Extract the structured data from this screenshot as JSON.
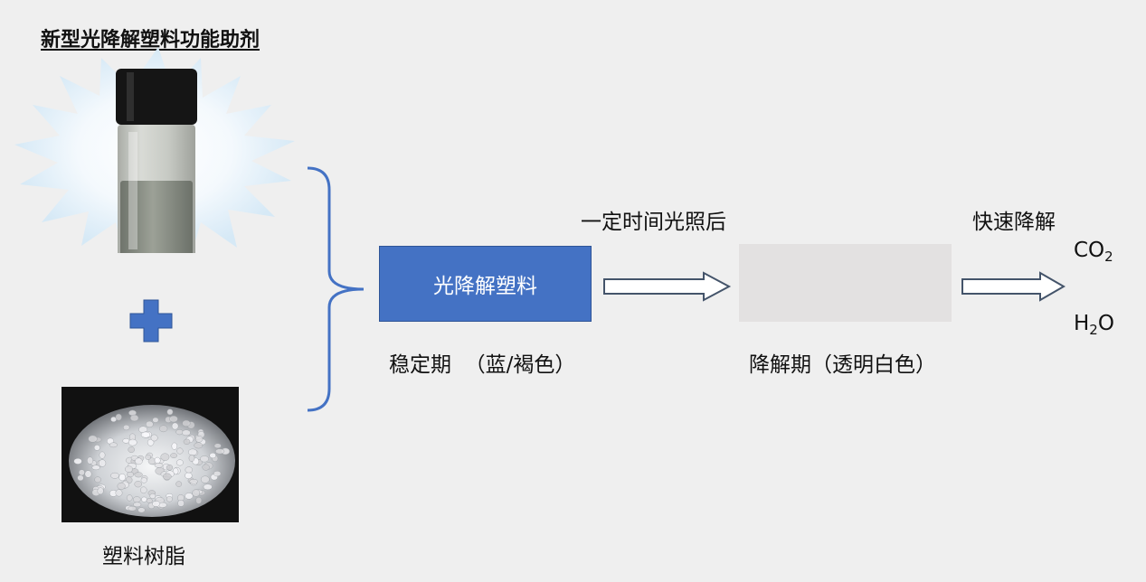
{
  "title": "新型光降解塑料功能助剂",
  "resin_label": "塑料树脂",
  "stable_box_label": "光降解塑料",
  "stable_caption": "稳定期  （蓝/褐色）",
  "light_label": "一定时间光照后",
  "degrade_caption": "降解期（透明白色）",
  "fast_label": "快速降解",
  "products": {
    "co2": {
      "base": "CO",
      "sub": "2",
      "after": ""
    },
    "h2o": {
      "base": "H",
      "sub": "2",
      "after": "O"
    }
  },
  "colors": {
    "accent_blue": "#4472c4",
    "degraded_gray": "#e3e1e1",
    "arrow_outline": "#44546a"
  },
  "icons": {
    "plus": "plus-icon",
    "arrow": "hollow-right-arrow-icon",
    "brace": "curly-brace-icon",
    "vial": "vial-photo",
    "resin": "resin-pellets-photo"
  }
}
